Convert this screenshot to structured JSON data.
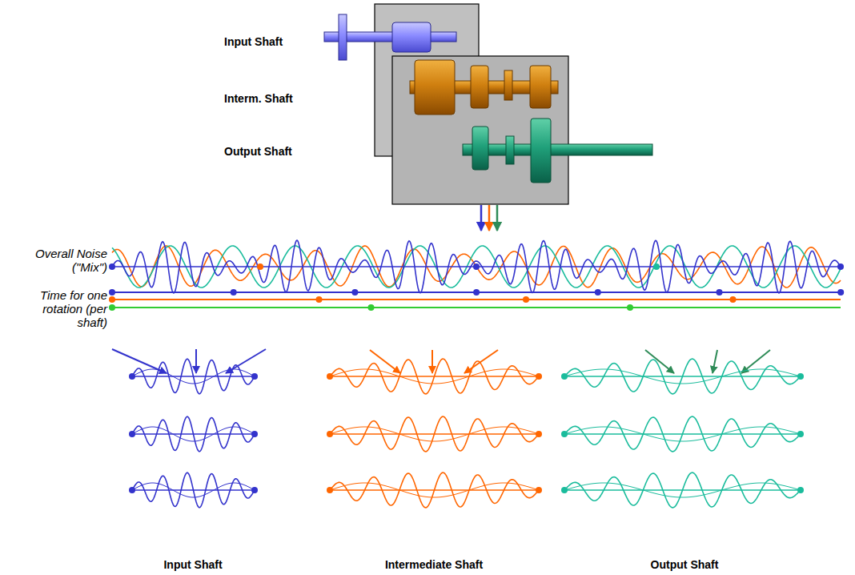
{
  "diagram": {
    "labels": [
      "Input Shaft",
      "Interm. Shaft",
      "Output Shaft",
      "Overall Noise (\"Mix\")",
      "Time for one rotation (per shaft)",
      "Input Shaft",
      "Intermediate Shaft",
      "Output Shaft"
    ]
  }
}
